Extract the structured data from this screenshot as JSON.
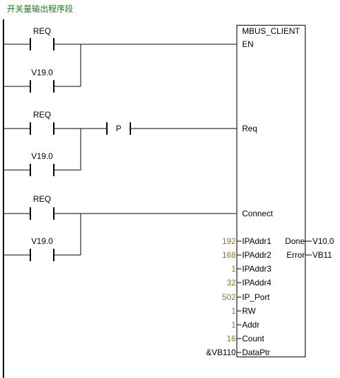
{
  "network": {
    "comment": "开关量输出程序段",
    "comment_color": "#1a7a1a"
  },
  "contacts": [
    {
      "label": "REQ",
      "type": "normally-open"
    },
    {
      "label": "V19.0",
      "type": "normally-open"
    },
    {
      "label": "REQ",
      "type": "normally-open"
    },
    {
      "label": "V19.0",
      "type": "normally-open"
    },
    {
      "label": "P",
      "type": "positive-transition"
    },
    {
      "label": "REQ",
      "type": "normally-open"
    },
    {
      "label": "V19.0",
      "type": "normally-open"
    }
  ],
  "block": {
    "title": "MBUS_CLIENT",
    "inputs": [
      {
        "pin": "EN",
        "value": ""
      },
      {
        "pin": "Req",
        "value": ""
      },
      {
        "pin": "Connect",
        "value": ""
      },
      {
        "pin": "IPAddr1",
        "value": "192"
      },
      {
        "pin": "IPAddr2",
        "value": "168"
      },
      {
        "pin": "IPAddr3",
        "value": "1"
      },
      {
        "pin": "IPAddr4",
        "value": "32"
      },
      {
        "pin": "IP_Port",
        "value": "502"
      },
      {
        "pin": "RW",
        "value": "1"
      },
      {
        "pin": "Addr",
        "value": "1"
      },
      {
        "pin": "Count",
        "value": "16"
      },
      {
        "pin": "DataPtr",
        "value": "&VB110"
      }
    ],
    "outputs": [
      {
        "pin": "Done",
        "value": "V10.0"
      },
      {
        "pin": "Error",
        "value": "VB11"
      }
    ]
  },
  "colors": {
    "line": "#000000",
    "constant": "#8a7a1c",
    "background": "#ffffff"
  }
}
